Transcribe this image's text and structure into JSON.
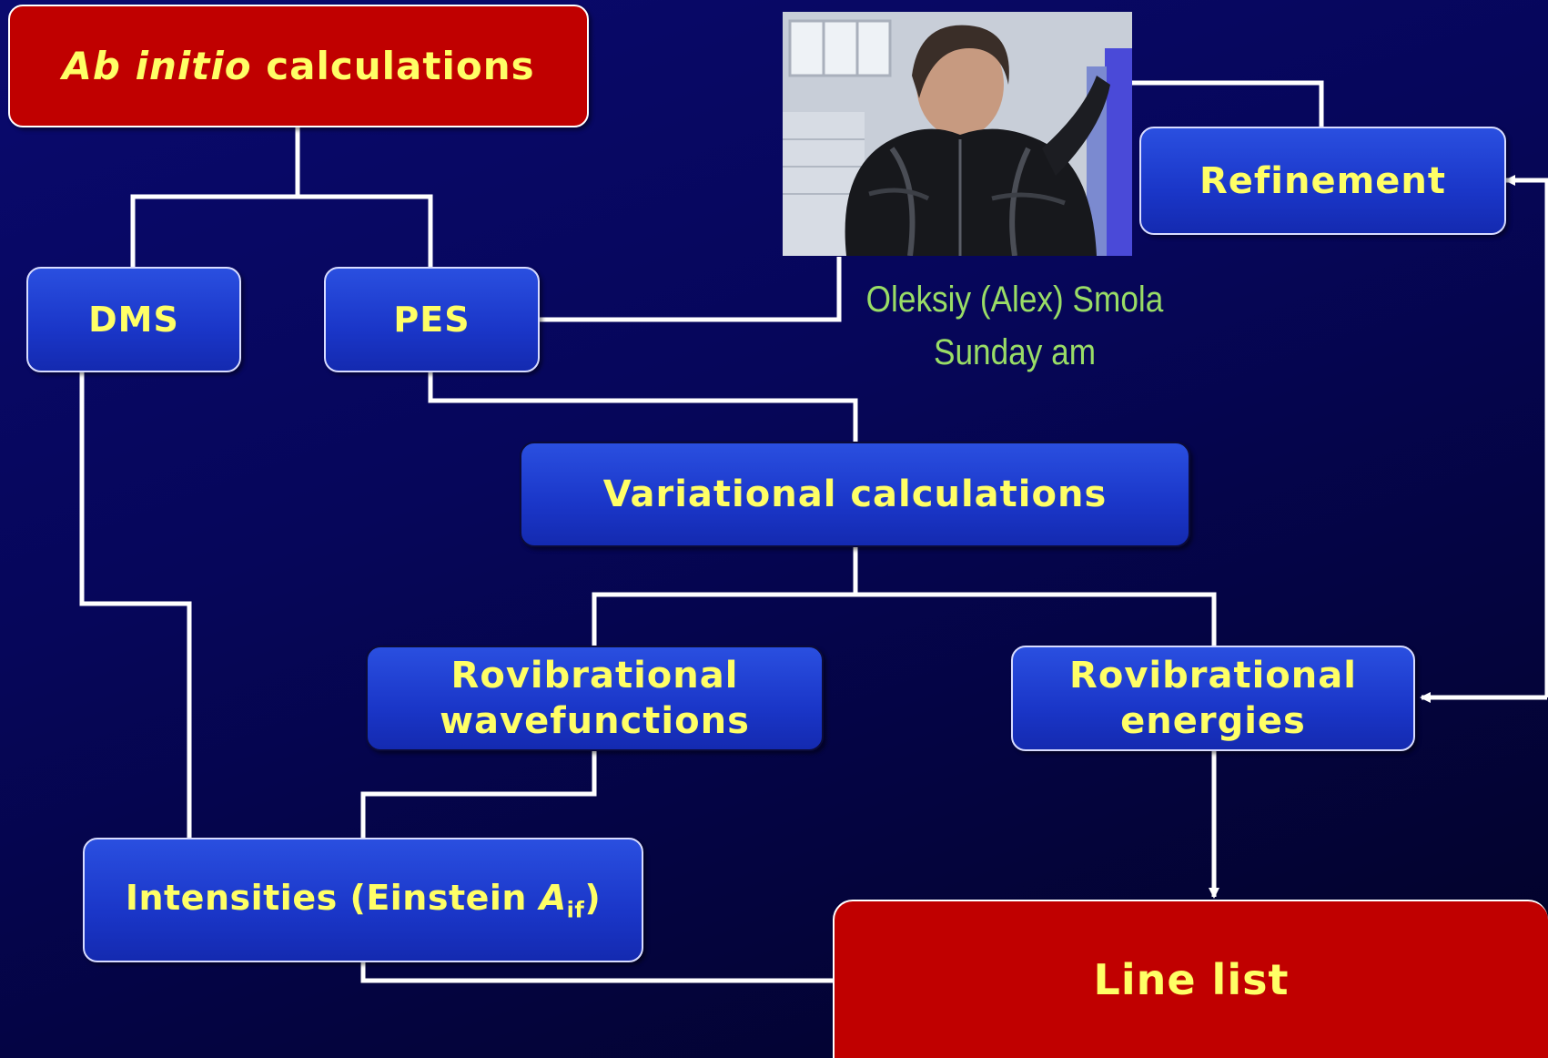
{
  "nodes": {
    "ab_initio": {
      "emph": "Ab initio",
      "rest": " calculations"
    },
    "dms": "DMS",
    "pes": "PES",
    "variational": "Variational calculations",
    "rovib_wave": {
      "line1": "Rovibrational",
      "line2": "wavefunctions"
    },
    "rovib_energy": {
      "line1": "Rovibrational",
      "line2": "energies"
    },
    "intensities": {
      "text": "Intensities (Einstein ",
      "symbol": "A",
      "subscript": "if",
      "close": ")"
    },
    "refinement": "Refinement",
    "line_list": "Line list"
  },
  "photo": {
    "caption_name": "Oleksiy (Alex) Smola",
    "caption_time": "Sunday am"
  },
  "colors": {
    "background": "#06065a",
    "blue_box": "#1a36c8",
    "red_box": "#c00000",
    "box_text": "#ffff66",
    "caption_text": "#99dd66",
    "connector": "#ffffff"
  }
}
